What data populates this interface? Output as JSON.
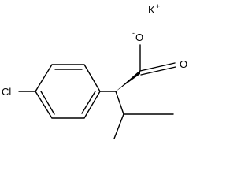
{
  "molecule": {
    "counterion": {
      "symbol": "K",
      "charge": "+"
    },
    "carboxylate": {
      "o_minus": "O",
      "o_minus_charge": "-",
      "o_double": "O"
    },
    "halogen": "Cl"
  },
  "colors": {
    "bond": "#000000",
    "label": "#000000",
    "background": "#ffffff"
  }
}
